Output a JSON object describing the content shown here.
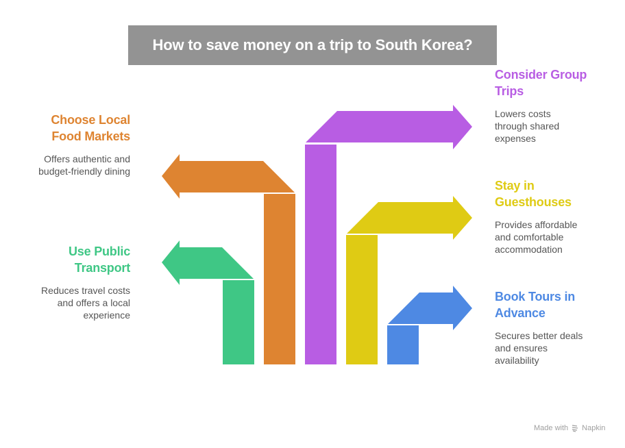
{
  "title": "How to save money on a trip to South Korea?",
  "colors": {
    "title_bg": "#939393",
    "green": "#3FC785",
    "orange": "#DE8431",
    "purple": "#B85DE3",
    "yellow": "#DFCB14",
    "blue": "#4E89E3"
  },
  "items": [
    {
      "id": "public-transport",
      "heading": "Use Public Transport",
      "heading_lines": [
        "Use Public",
        "Transport"
      ],
      "description": "Reduces travel costs and offers a local experience",
      "color": "#3FC785",
      "side": "left"
    },
    {
      "id": "food-markets",
      "heading": "Choose Local Food Markets",
      "heading_lines": [
        "Choose Local",
        "Food Markets"
      ],
      "description": "Offers authentic and budget-friendly dining",
      "color": "#DE8431",
      "side": "left"
    },
    {
      "id": "group-trips",
      "heading": "Consider Group Trips",
      "heading_lines": [
        "Consider Group",
        "Trips"
      ],
      "description": "Lowers costs through shared expenses",
      "color": "#B85DE3",
      "side": "right"
    },
    {
      "id": "guesthouses",
      "heading": "Stay in Guesthouses",
      "heading_lines": [
        "Stay in",
        "Guesthouses"
      ],
      "description": "Provides affordable and comfortable accommodation",
      "color": "#DFCB14",
      "side": "right"
    },
    {
      "id": "book-tours",
      "heading": "Book Tours in Advance",
      "heading_lines": [
        "Book Tours in",
        "Advance"
      ],
      "description": "Secures better deals and ensures availability",
      "color": "#4E89E3",
      "side": "right"
    }
  ],
  "footer": {
    "made_with": "Made with",
    "brand": "Napkin",
    "logo_icon": "napkin-logo-icon"
  }
}
